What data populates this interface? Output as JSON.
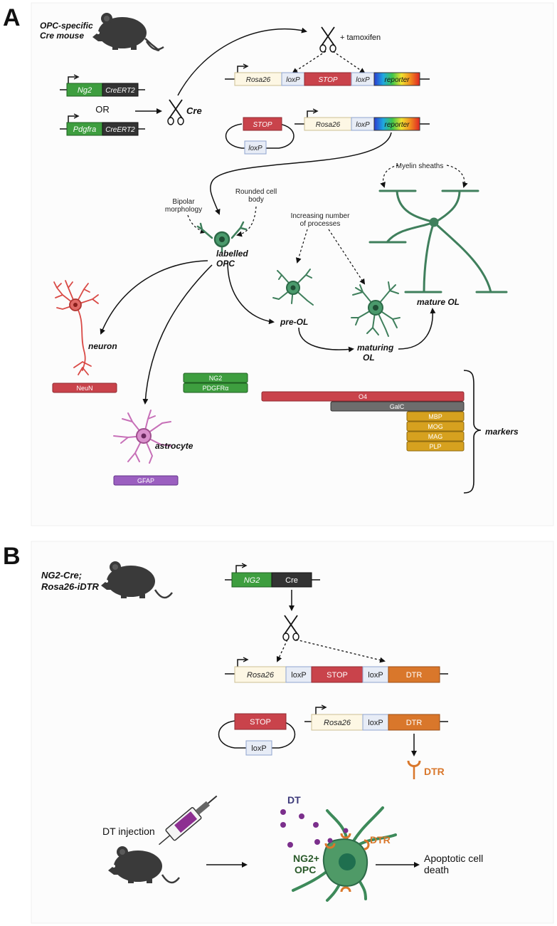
{
  "panelA": {
    "letter": "A",
    "mouse_label_1": "OPC-specific",
    "mouse_label_2": "Cre mouse",
    "tamoxifen": "+ tamoxifen",
    "or": "OR",
    "cre": "Cre",
    "constructs": {
      "ng2": "Ng2",
      "pdgfra": "Pdgfra",
      "creert2": "CreERT2",
      "rosa26": "Rosa26",
      "loxp": "loxP",
      "stop": "STOP",
      "reporter": "reporter"
    },
    "annotations": {
      "myelin_sheaths": "Myelin sheaths",
      "bipolar_1": "Bipolar",
      "bipolar_2": "morphology",
      "rounded_1": "Rounded cell",
      "rounded_2": "body",
      "processes_1": "Increasing number",
      "processes_2": "of processes"
    },
    "cells": {
      "labelled_1": "labelled",
      "labelled_2": "OPC",
      "pre_ol": "pre-OL",
      "maturing_1": "maturing",
      "maturing_2": "OL",
      "mature_ol": "mature OL",
      "neuron": "neuron",
      "astrocyte": "astrocyte"
    },
    "markers": {
      "title": "markers",
      "neun": "NeuN",
      "ng2": "NG2",
      "pdgfr": "PDGFRα",
      "o4": "O4",
      "galc": "GalC",
      "mbp": "MBP",
      "mog": "MOG",
      "mag": "MAG",
      "plp": "PLP",
      "gfap": "GFAP"
    }
  },
  "panelB": {
    "letter": "B",
    "mouse_label_1": "NG2-Cre;",
    "mouse_label_2": "Rosa26-iDTR",
    "constructs": {
      "ng2": "NG2",
      "cre": "Cre",
      "rosa26": "Rosa26",
      "loxp": "loxP",
      "stop": "STOP",
      "dtr": "DTR"
    },
    "dtr_receptor": "DTR",
    "dt_injection": "DT injection",
    "dt": "DT",
    "dtr_label": "DTR",
    "opc_1": "NG2+",
    "opc_2": "OPC",
    "death_1": "Apoptotic cell",
    "death_2": "death"
  },
  "colors": {
    "green_gene": "#3e9e3f",
    "dark_gene": "#333333",
    "cream": "#fdf7e4",
    "loxp_fill": "#e7ecf6",
    "loxp_border": "#8fa4cf",
    "stop_red": "#c9434b",
    "neun_red": "#c9434b",
    "ng2_green": "#3e9e3f",
    "galc_gray": "#6d6d6d",
    "gold": "#d6a11f",
    "gfap_purple": "#9b5fc0",
    "ol_green": "#3f7f5c",
    "neuron_red": "#d94a46",
    "astro_pink": "#c770b8",
    "dtr_orange": "#d9772b",
    "dt_purple": "#7b2f8c",
    "mouse": "#3a3a3a"
  }
}
